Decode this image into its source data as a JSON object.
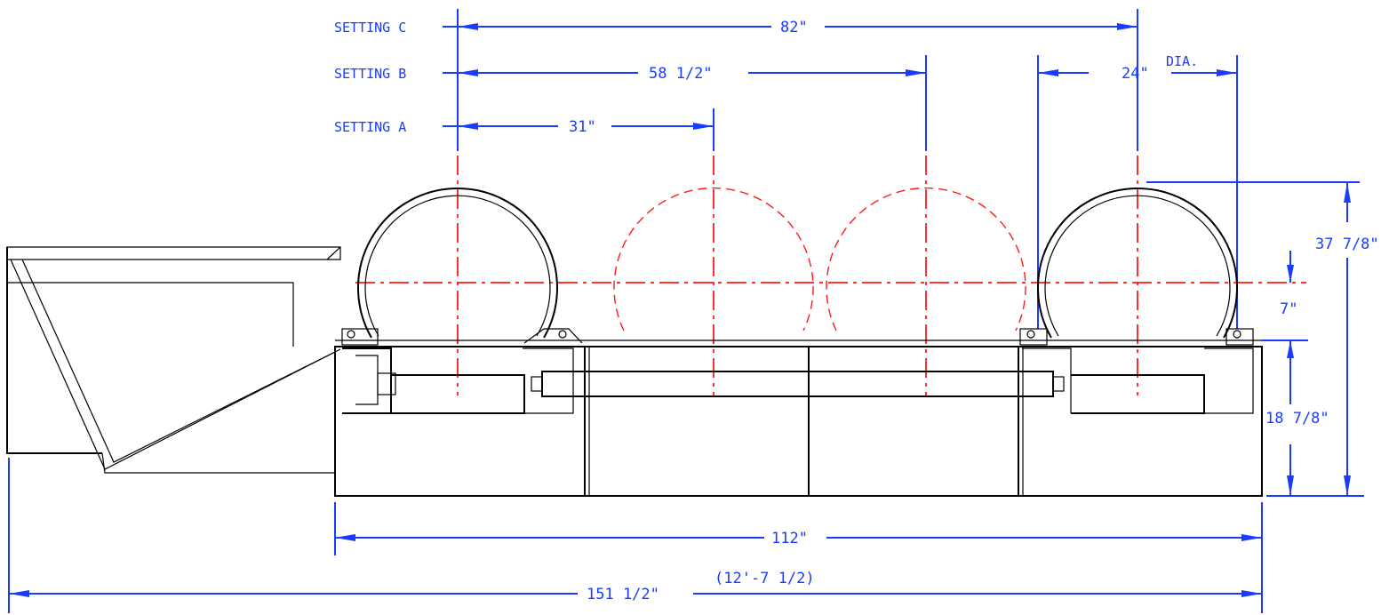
{
  "labels": {
    "setting_c": "SETTING C",
    "setting_b": "SETTING B",
    "setting_a": "SETTING A"
  },
  "dimensions": {
    "setting_c": "82\"",
    "setting_b": "58 1/2\"",
    "setting_a": "31\"",
    "roll_diameter": "24\"",
    "dia": "DIA.",
    "overall_height": "37 7/8\"",
    "offset": "7\"",
    "base_height": "18 7/8\"",
    "base_length": "112\"",
    "overall_length": "151 1/2\"",
    "overall_length_alt": "(12'-7 1/2)"
  },
  "colors": {
    "dimension": "#1a3cff",
    "centerline": "#ff1a1a",
    "outline": "#000000"
  }
}
